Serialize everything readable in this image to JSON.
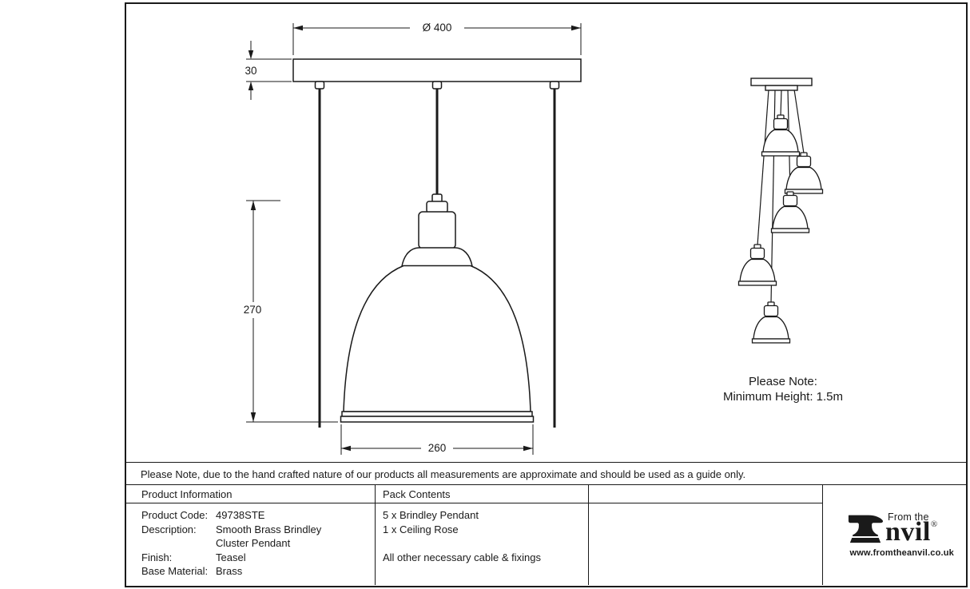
{
  "drawing": {
    "dim_diameter": "Ø 400",
    "dim_plate_height": "30",
    "dim_pendant_height": "270",
    "dim_shade_width": "260",
    "cluster_note_line1": "Please Note:",
    "cluster_note_line2": "Minimum Height: 1.5m"
  },
  "note": "Please Note, due to the hand crafted nature of our products all measurements are approximate and should be used as a guide only.",
  "table": {
    "headers": {
      "product_information": "Product Information",
      "pack_contents": "Pack Contents"
    },
    "rows": [
      {
        "label": "Product Code:",
        "value": "49738STE",
        "pack": "5 x Brindley Pendant"
      },
      {
        "label": "Description:",
        "value": "Smooth Brass Brindley",
        "pack": "1 x Ceiling Rose"
      },
      {
        "label": "",
        "value": "Cluster Pendant",
        "pack": ""
      },
      {
        "label": "Finish:",
        "value": "Teasel",
        "pack": "All other necessary cable & fixings"
      },
      {
        "label": "Base Material:",
        "value": "Brass",
        "pack": ""
      }
    ]
  },
  "logo": {
    "tagline": "From the",
    "brand_text": "nvil",
    "registered_mark": "®",
    "website": "www.fromtheanvil.co.uk"
  },
  "colors": {
    "line": "#1a1a1a",
    "background": "#ffffff"
  }
}
